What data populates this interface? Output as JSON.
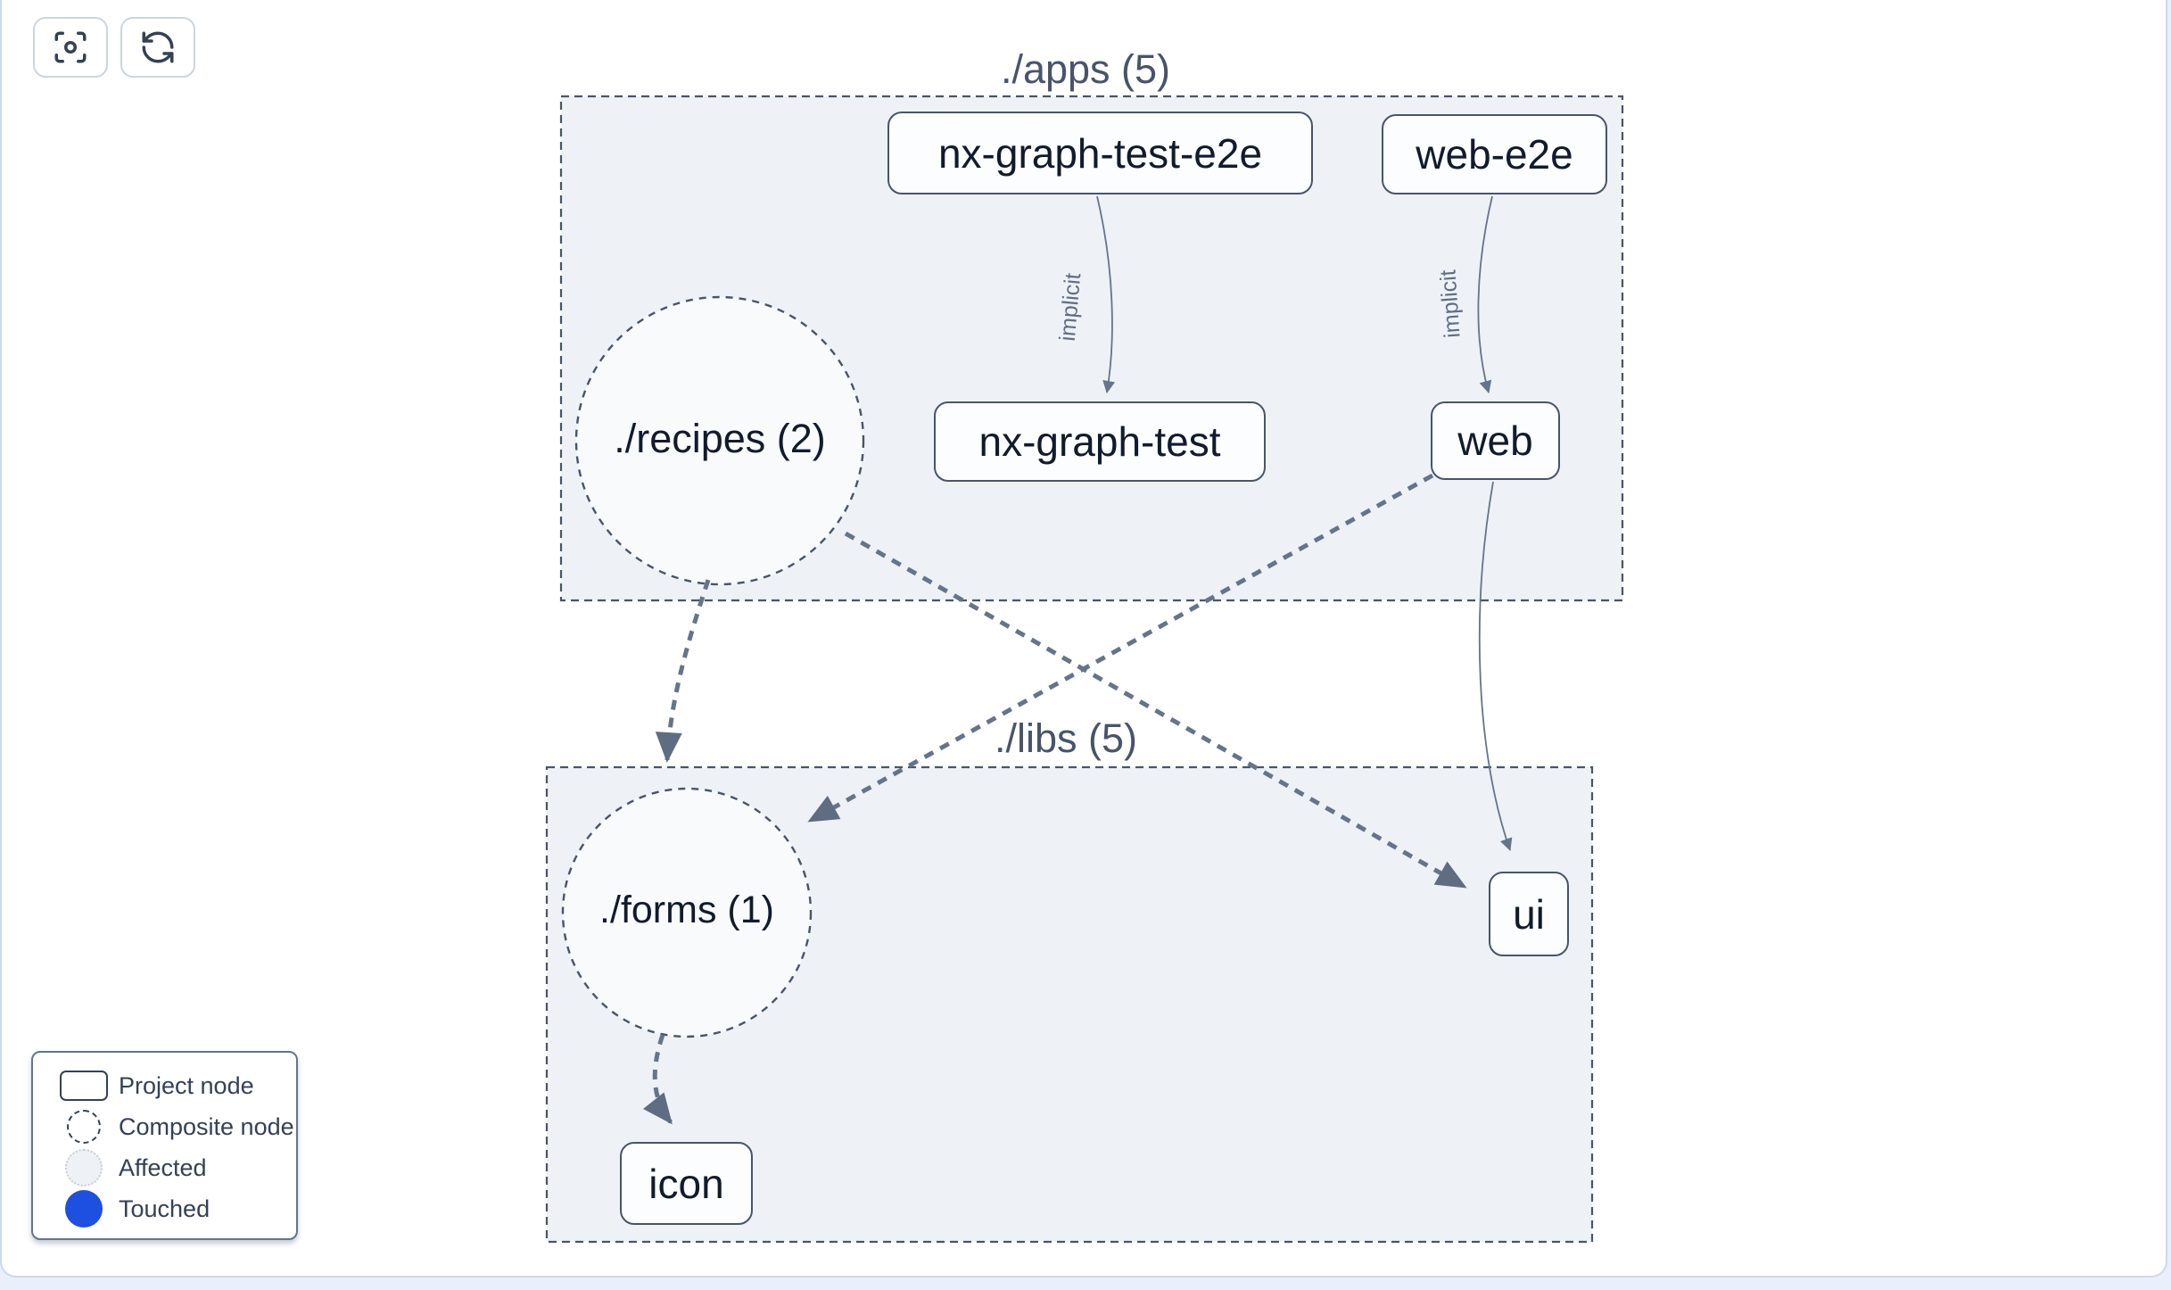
{
  "toolbar": {
    "buttons": [
      {
        "name": "center-graph",
        "icon": "focus-icon"
      },
      {
        "name": "refresh-graph",
        "icon": "refresh-icon"
      }
    ]
  },
  "groups": [
    {
      "id": "apps",
      "label": "./apps (5)"
    },
    {
      "id": "libs",
      "label": "./libs (5)"
    }
  ],
  "nodes": {
    "project": [
      {
        "id": "nx-graph-test-e2e",
        "label": "nx-graph-test-e2e",
        "group": "apps"
      },
      {
        "id": "web-e2e",
        "label": "web-e2e",
        "group": "apps"
      },
      {
        "id": "nx-graph-test",
        "label": "nx-graph-test",
        "group": "apps"
      },
      {
        "id": "web",
        "label": "web",
        "group": "apps"
      },
      {
        "id": "ui",
        "label": "ui",
        "group": "libs"
      },
      {
        "id": "icon",
        "label": "icon",
        "group": "libs"
      }
    ],
    "composite": [
      {
        "id": "recipes",
        "label": "./recipes (2)",
        "group": "apps"
      },
      {
        "id": "forms",
        "label": "./forms (1)",
        "group": "libs"
      }
    ]
  },
  "edges": [
    {
      "from": "nx-graph-test-e2e",
      "to": "nx-graph-test",
      "label": "implicit",
      "style": "solid"
    },
    {
      "from": "web-e2e",
      "to": "web",
      "label": "implicit",
      "style": "solid"
    },
    {
      "from": "web",
      "to": "ui",
      "label": "",
      "style": "solid"
    },
    {
      "from": "./recipes",
      "to": "./forms",
      "label": "",
      "style": "dashed"
    },
    {
      "from": "./recipes",
      "to": "ui",
      "label": "",
      "style": "dashed"
    },
    {
      "from": "web",
      "to": "./forms",
      "label": "",
      "style": "dashed"
    },
    {
      "from": "./forms",
      "to": "icon",
      "label": "",
      "style": "dashed"
    }
  ],
  "legend": {
    "items": [
      {
        "label": "Project node",
        "icon": "project-node-icon"
      },
      {
        "label": "Composite node",
        "icon": "composite-node-icon"
      },
      {
        "label": "Affected",
        "icon": "affected-icon"
      },
      {
        "label": "Touched",
        "icon": "touched-icon"
      }
    ]
  },
  "colors": {
    "accent_blue": "#1d4fe0",
    "slate_border": "#475569",
    "edge": "#64748b",
    "group_fill": "#eef2f7",
    "node_fill": "#fcfdfe"
  }
}
